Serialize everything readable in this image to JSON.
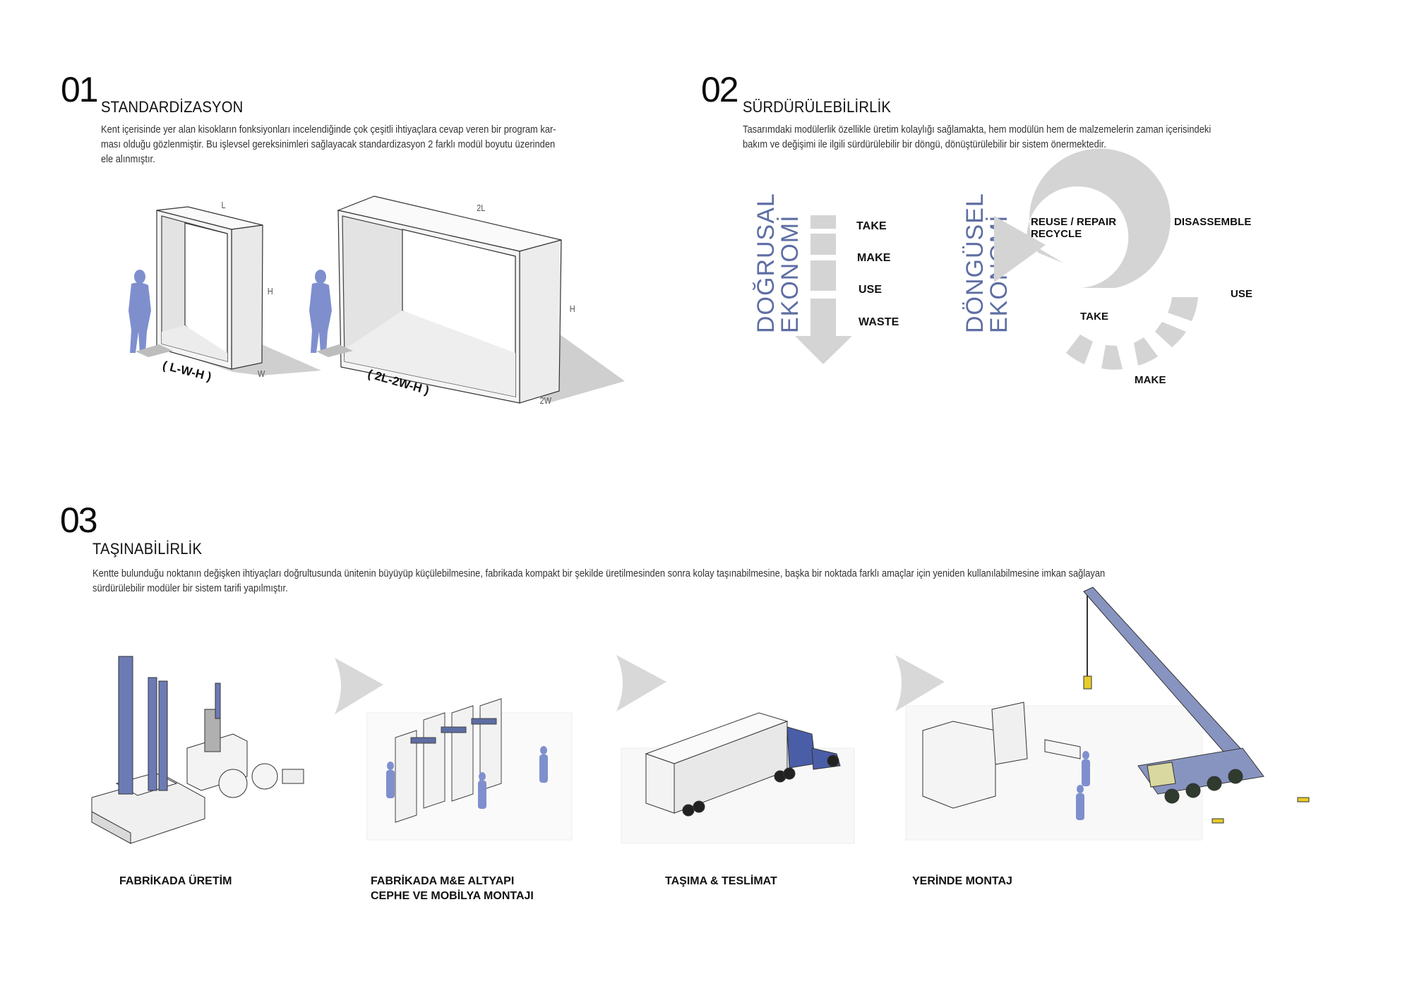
{
  "sections": [
    {
      "number": "01",
      "title": "STANDARDİZASYON",
      "paragraph_lines": [
        "Kent içerisinde yer alan kisokların fonksiyonları incelendiğinde çok çeşitli ihtiyaçlara cevap veren bir program kar-",
        "ması olduğu gözlenmiştir. Bu işlevsel gereksinimleri sağlayacak standardizasyon 2 farklı modül boyutu üzerinden",
        "ele alınmıştır."
      ],
      "modules": [
        {
          "name": "small-module",
          "formula": "( L-W-H )",
          "dim_length": "L",
          "dim_height": "H",
          "dim_width": "W"
        },
        {
          "name": "large-module",
          "formula": "( 2L-2W-H )",
          "dim_length": "2L",
          "dim_height": "H",
          "dim_width": "2W"
        }
      ]
    },
    {
      "number": "02",
      "title": "SÜRDÜRÜLEBİLİRLİK",
      "paragraph_lines": [
        "Tasarımdaki modülerlik özellikle üretim kolaylığı sağlamakta, hem modülün hem de malzemelerin zaman içerisindeki",
        "bakım ve değişimi ile ilgili sürdürülebilir bir döngü, dönüştürülebilir bir sistem önermektedir."
      ],
      "linear_economy": {
        "title_line1": "DOĞRUSAL",
        "title_line2": "EKONOMİ",
        "steps": [
          "TAKE",
          "MAKE",
          "USE",
          "WASTE"
        ]
      },
      "circular_economy": {
        "title_line1": "DÖNGÜSEL",
        "title_line2": "EKONOMİ",
        "labels": {
          "reuse_line1": "REUSE / REPAIR",
          "reuse_line2": "RECYCLE",
          "disassemble": "DISASSEMBLE",
          "use": "USE",
          "make": "MAKE",
          "take": "TAKE"
        }
      }
    },
    {
      "number": "03",
      "title": "TAŞINABİLİRLİK",
      "paragraph_lines": [
        "Kentte bulunduğu noktanın değişken ihtiyaçları doğrultusunda ünitenin büyüyüp küçülebilmesine, fabrikada kompakt bir şekilde üretilmesinden sonra kolay taşınabilmesine, başka bir noktada farklı amaçlar için yeniden kullanılabilmesine imkan sağlayan",
        "sürdürülebilir modüler bir sistem tarifi yapılmıştır."
      ],
      "steps": [
        {
          "label_line1": "FABRİKADA ÜRETİM",
          "label_line2": "",
          "illustration": "factory"
        },
        {
          "label_line1": "FABRİKADA M&E ALTYAPI",
          "label_line2": "CEPHE VE MOBİLYA MONTAJI",
          "illustration": "module-frames-with-workers"
        },
        {
          "label_line1": "TAŞIMA & TESLİMAT",
          "label_line2": "",
          "illustration": "semi-truck"
        },
        {
          "label_line1": "YERİNDE MONTAJ",
          "label_line2": "",
          "illustration": "mobile-crane"
        }
      ]
    }
  ],
  "colors": {
    "accent_blue": "#5e6ea3",
    "figure_blue": "#7f8fce",
    "machine_blue": "#8894c0",
    "diagram_gray": "#d4d4d4",
    "text": "#111111"
  }
}
